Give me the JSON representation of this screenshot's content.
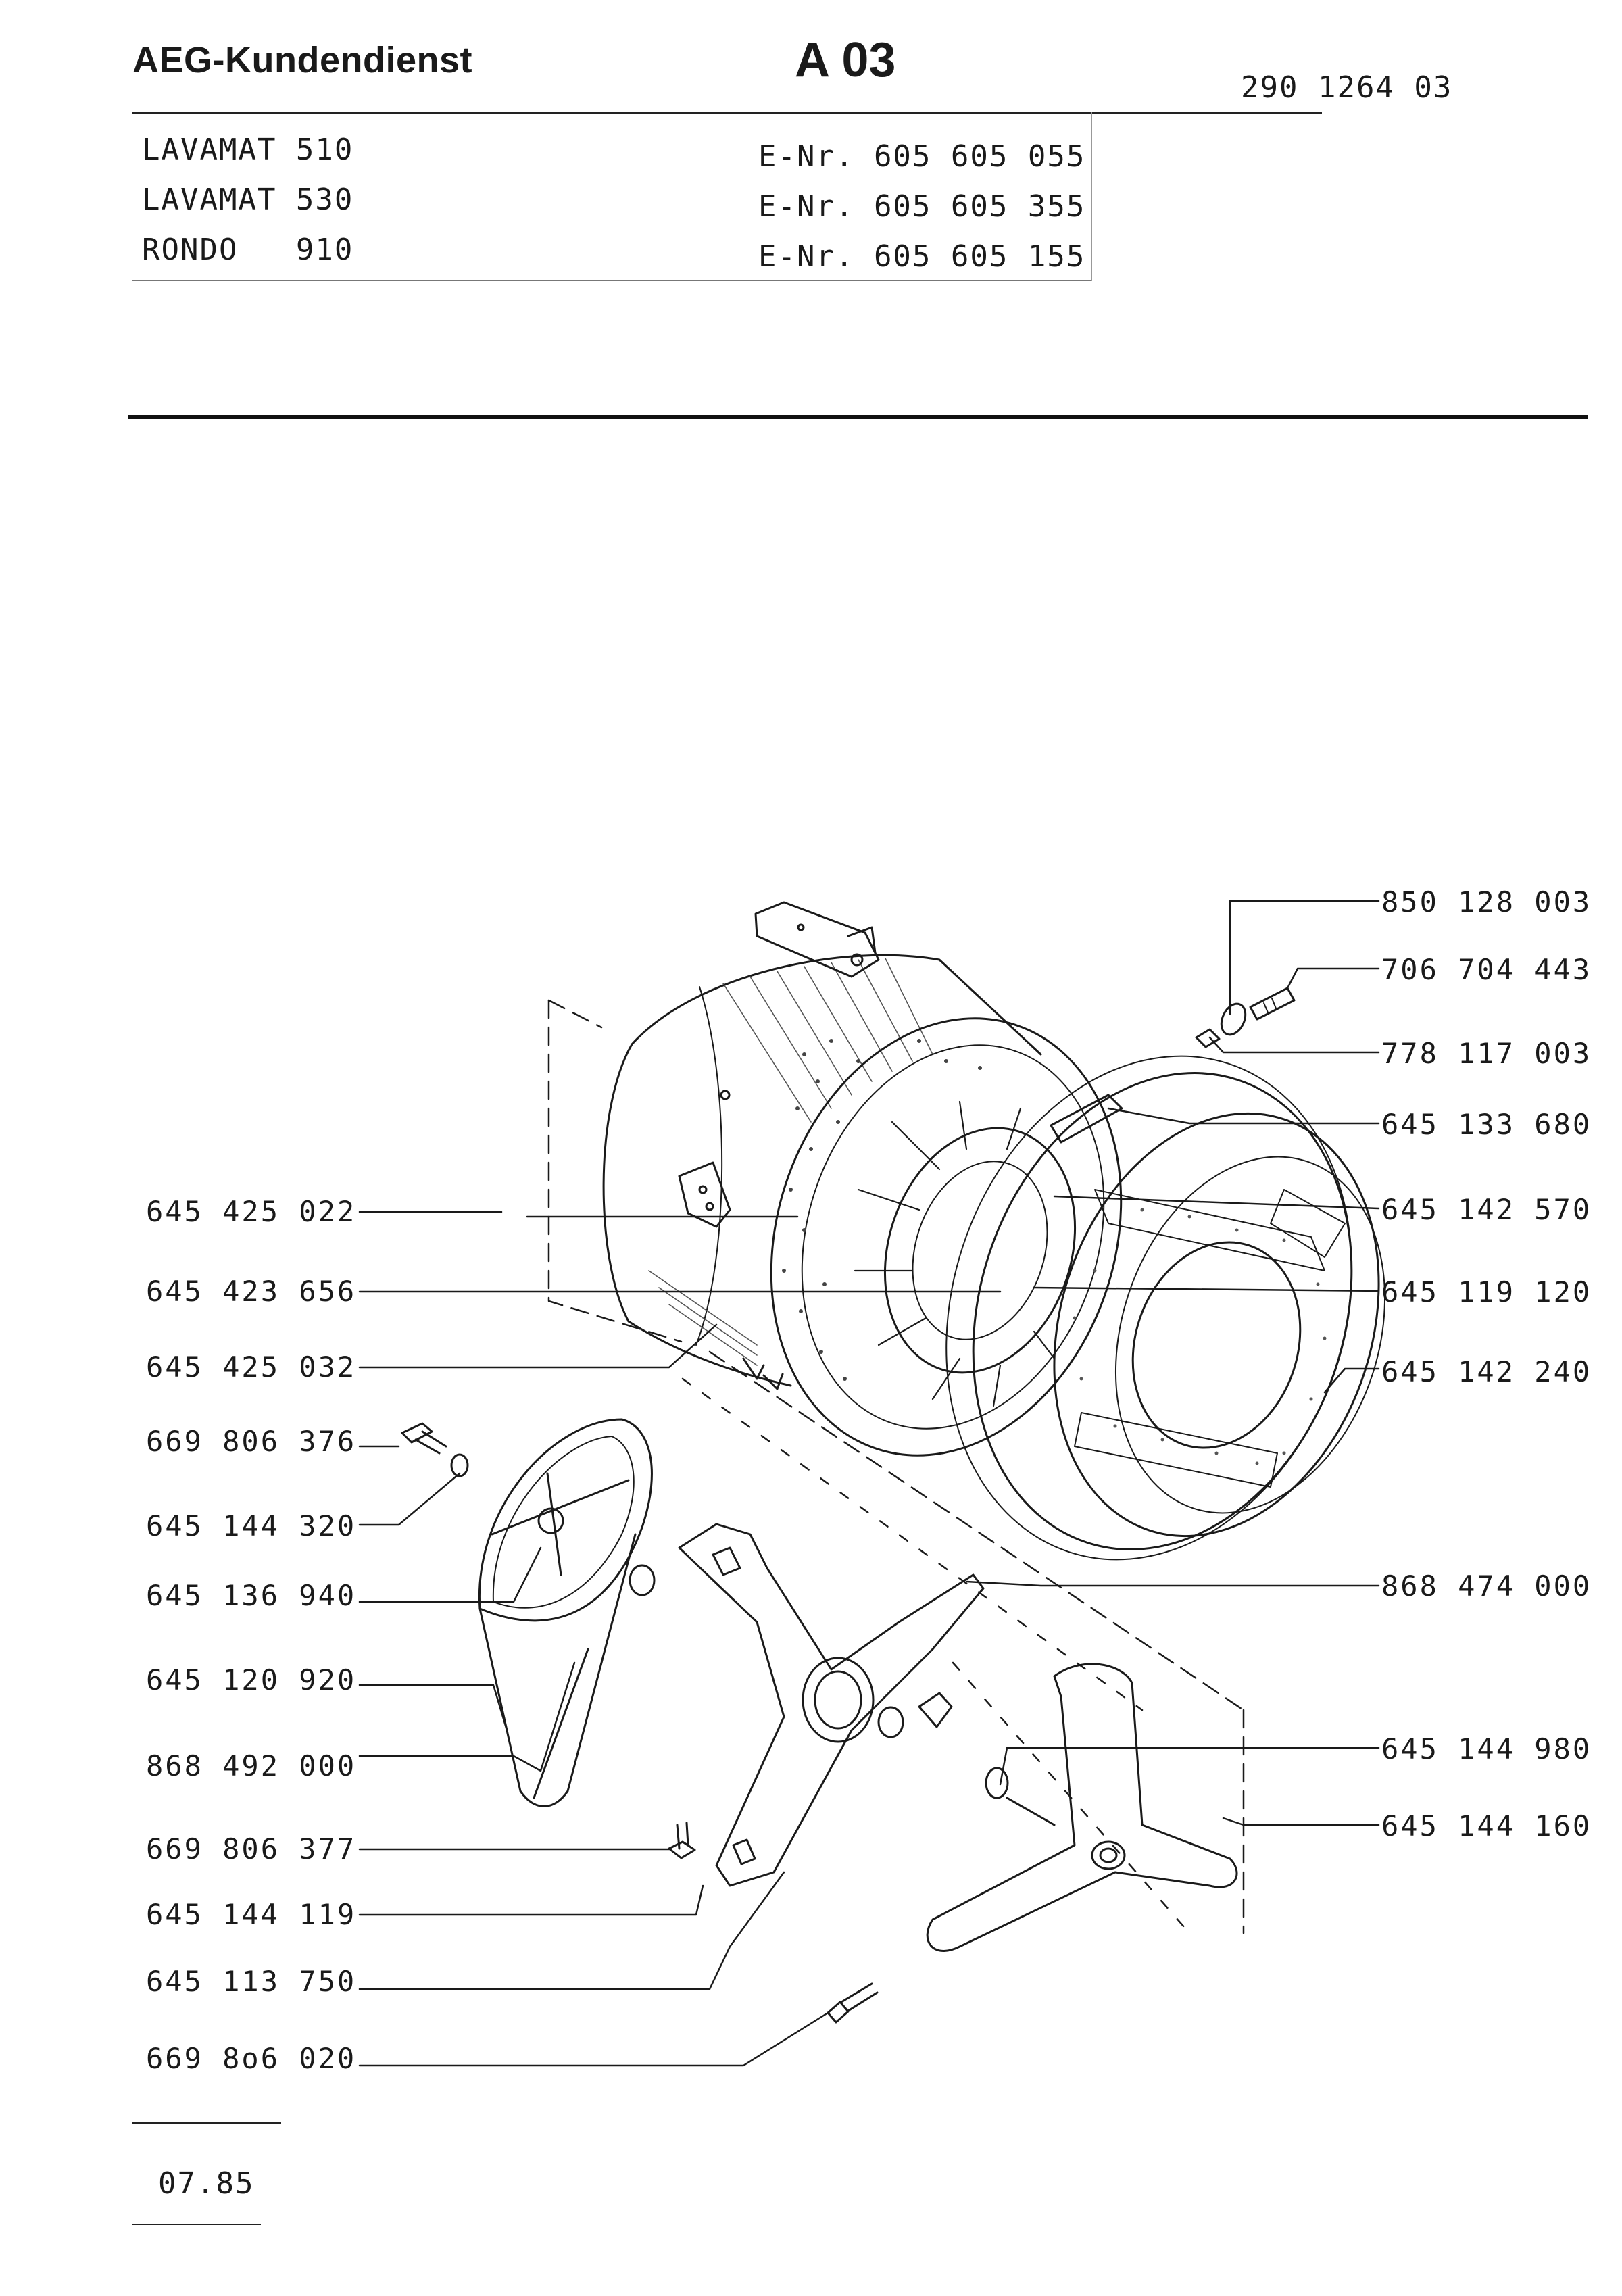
{
  "header": {
    "brand": "AEG-Kundendienst",
    "sheet_code": "A 03",
    "doc_number": "290 1264 03"
  },
  "models": [
    {
      "name": "LAVAMAT 510",
      "e_nr": "E-Nr. 605 605 055"
    },
    {
      "name": "LAVAMAT 530",
      "e_nr": "E-Nr. 605 605 355"
    },
    {
      "name": "RONDO   910",
      "e_nr": "E-Nr. 605 605 155"
    }
  ],
  "parts_left": [
    "645 425 022",
    "645 423 656",
    "645 425 032",
    "669 806 376",
    "645 144 320",
    "645 136 940",
    "645 120 920",
    "868 492 000",
    "669 806 377",
    "645 144 119",
    "645 113 750",
    "669 8o6 020"
  ],
  "parts_right": [
    "850 128 003",
    "706 704 443",
    "778 117 003",
    "645 133 680",
    "645 142 570",
    "645 119 120",
    "645 142 240",
    "868 474 000",
    "645 144 980",
    "645 144 160"
  ],
  "footer": {
    "date": "07.85"
  }
}
